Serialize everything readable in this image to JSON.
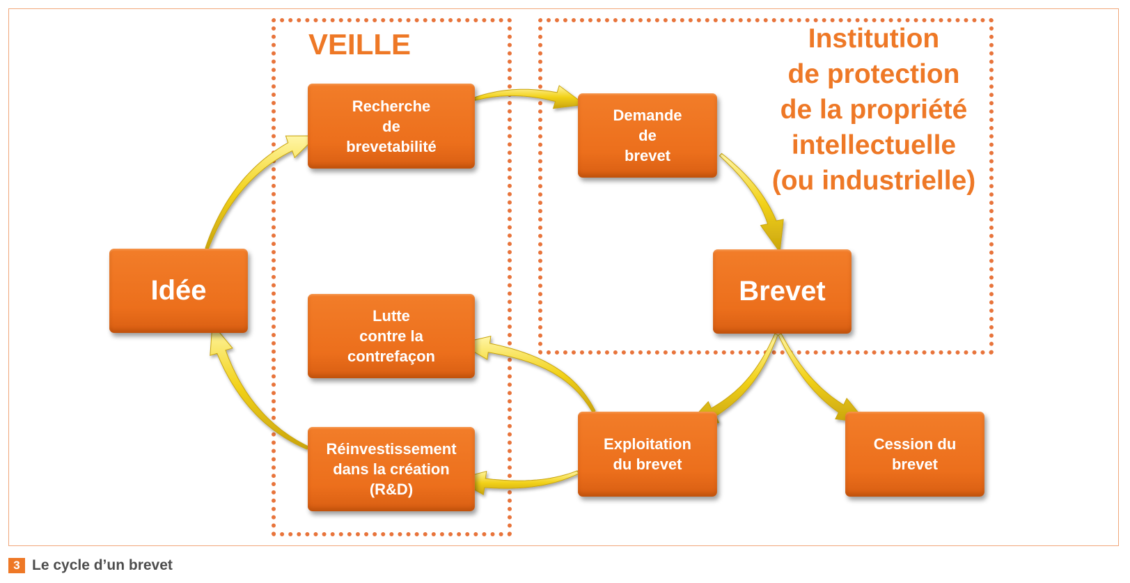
{
  "colors": {
    "node_fill": "#ec6f1c",
    "zone_border": "#e8743b",
    "zone_title": "#ee7826",
    "arrow_fill": "#f2d21a",
    "arrow_edge": "#c9a40e",
    "frame_border": "#f0a679",
    "caption_text": "#4d4d4d"
  },
  "zones": {
    "veille": {
      "title": "VEILLE"
    },
    "institution": {
      "title": "Institution\nde protection\nde la propriété\nintellectuelle\n(ou industrielle)"
    }
  },
  "nodes": {
    "idee": "Idée",
    "recherche": "Recherche\nde\nbrevetabilité",
    "demande": "Demande\nde\nbrevet",
    "brevet": "Brevet",
    "lutte": "Lutte\ncontre la\ncontrefaçon",
    "reinvestissement": "Réinvestissement\ndans la création\n(R&D)",
    "exploitation": "Exploitation\ndu brevet",
    "cession": "Cession du\nbrevet"
  },
  "caption": {
    "number": "3",
    "text": "Le cycle d’un brevet"
  }
}
